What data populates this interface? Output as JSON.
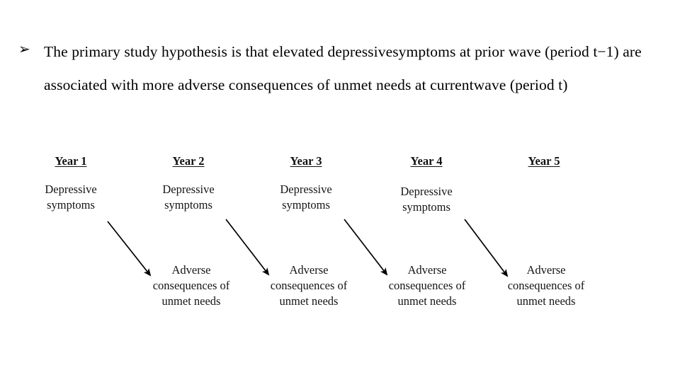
{
  "slide": {
    "background_color": "#ffffff",
    "text_color": "#000000"
  },
  "bullet": {
    "glyph": "arrowhead-bullet",
    "glyph_char": "➢",
    "text": "The primary study hypothesis is that elevated depressivesymptoms at prior wave (period t−1) are associated with more adverse consequences of unmet needs at currentwave (period t)",
    "lines": [
      "The primary study hypothesis is that elevated depressivesymptoms at prior wave",
      "(period t−1) are associated with more adverse consequences of unmet needs at",
      "currentwave (period t)"
    ]
  },
  "diagram": {
    "type": "cross-lagged-panel",
    "depressive_label_lines": [
      "Depressive",
      "symptoms"
    ],
    "adverse_label_lines": [
      "Adverse",
      "consequences of",
      "unmet needs"
    ],
    "columns": [
      {
        "year_label": "Year 1",
        "has_depressive_symptoms": true,
        "has_adverse_consequences": false
      },
      {
        "year_label": "Year 2",
        "has_depressive_symptoms": true,
        "has_adverse_consequences": true
      },
      {
        "year_label": "Year 3",
        "has_depressive_symptoms": true,
        "has_adverse_consequences": true
      },
      {
        "year_label": "Year 4",
        "has_depressive_symptoms": true,
        "has_adverse_consequences": true
      },
      {
        "year_label": "Year 5",
        "has_depressive_symptoms": false,
        "has_adverse_consequences": true
      }
    ],
    "arrows": [
      {
        "from": "Year 1 Depressive symptoms",
        "to": "Year 2 Adverse consequences of unmet needs"
      },
      {
        "from": "Year 2 Depressive symptoms",
        "to": "Year 3 Adverse consequences of unmet needs"
      },
      {
        "from": "Year 3 Depressive symptoms",
        "to": "Year 4 Adverse consequences of unmet needs"
      },
      {
        "from": "Year 4 Depressive symptoms",
        "to": "Year 5 Adverse consequences of unmet needs"
      }
    ]
  }
}
